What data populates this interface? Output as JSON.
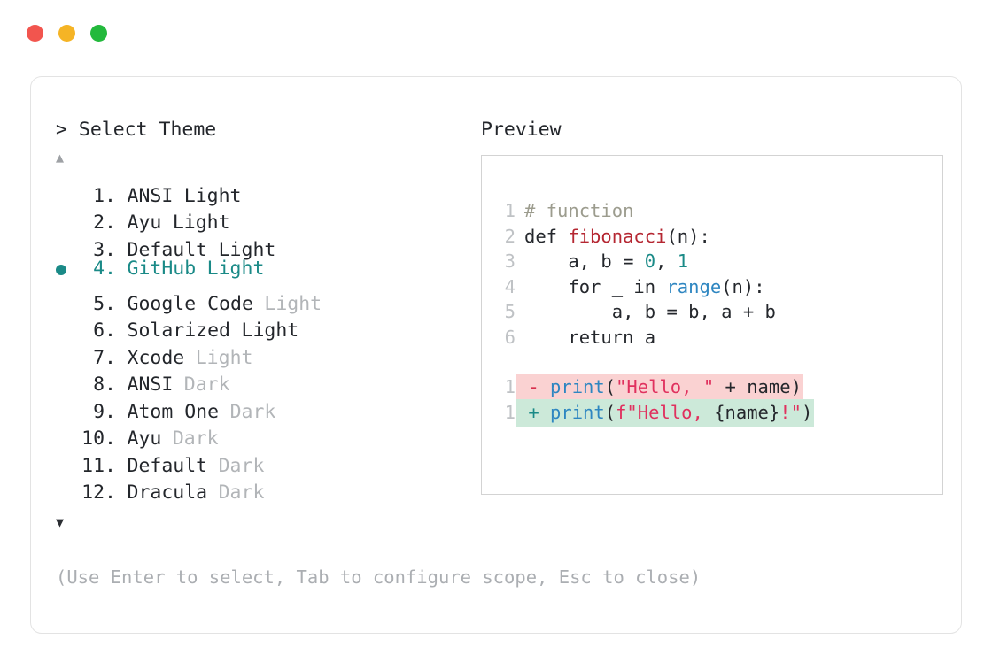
{
  "window": {
    "traffic_lights": [
      {
        "name": "close-button",
        "color": "#F2554E"
      },
      {
        "name": "minimize-button",
        "color": "#F5B425"
      },
      {
        "name": "zoom-button",
        "color": "#23B93C"
      }
    ]
  },
  "left": {
    "prompt": "> Select Theme",
    "scroll_up_icon": "▲",
    "scroll_down_icon": "▼",
    "selected_index": 4,
    "items": [
      {
        "index": "1.",
        "name": "ANSI",
        "variant": "Light",
        "variant_dim": false,
        "selected": false,
        "bullet": ""
      },
      {
        "index": "2.",
        "name": "Ayu",
        "variant": "Light",
        "variant_dim": false,
        "selected": false,
        "bullet": ""
      },
      {
        "index": "3.",
        "name": "Default",
        "variant": "Light",
        "variant_dim": false,
        "selected": false,
        "bullet": ""
      },
      {
        "index": "4.",
        "name": "GitHub",
        "variant": "Light",
        "variant_dim": false,
        "selected": true,
        "bullet": "●"
      },
      {
        "index": "5.",
        "name": "Google Code",
        "variant": "Light",
        "variant_dim": true,
        "selected": false,
        "bullet": ""
      },
      {
        "index": "6.",
        "name": "Solarized",
        "variant": "Light",
        "variant_dim": false,
        "selected": false,
        "bullet": ""
      },
      {
        "index": "7.",
        "name": "Xcode",
        "variant": "Light",
        "variant_dim": true,
        "selected": false,
        "bullet": ""
      },
      {
        "index": "8.",
        "name": "ANSI",
        "variant": "Dark",
        "variant_dim": true,
        "selected": false,
        "bullet": ""
      },
      {
        "index": "9.",
        "name": "Atom One",
        "variant": "Dark",
        "variant_dim": true,
        "selected": false,
        "bullet": ""
      },
      {
        "index": "10.",
        "name": "Ayu",
        "variant": "Dark",
        "variant_dim": true,
        "selected": false,
        "bullet": ""
      },
      {
        "index": "11.",
        "name": "Default",
        "variant": "Dark",
        "variant_dim": true,
        "selected": false,
        "bullet": ""
      },
      {
        "index": "12.",
        "name": "Dracula",
        "variant": "Dark",
        "variant_dim": true,
        "selected": false,
        "bullet": ""
      }
    ],
    "hint": "(Use Enter to select, Tab to configure scope, Esc to close)"
  },
  "right": {
    "title": "Preview",
    "code_lines": [
      {
        "num": "1",
        "tokens": [
          {
            "t": "# function",
            "c": "comment"
          }
        ]
      },
      {
        "num": "2",
        "tokens": [
          {
            "t": "def ",
            "c": "kw"
          },
          {
            "t": "fibonacci",
            "c": "fn"
          },
          {
            "t": "(n):",
            "c": "plain"
          }
        ]
      },
      {
        "num": "3",
        "tokens": [
          {
            "t": "    a, b = ",
            "c": "plain"
          },
          {
            "t": "0",
            "c": "num"
          },
          {
            "t": ", ",
            "c": "plain"
          },
          {
            "t": "1",
            "c": "num"
          }
        ]
      },
      {
        "num": "4",
        "tokens": [
          {
            "t": "    for _ in ",
            "c": "plain"
          },
          {
            "t": "range",
            "c": "builtin"
          },
          {
            "t": "(n):",
            "c": "plain"
          }
        ]
      },
      {
        "num": "5",
        "tokens": [
          {
            "t": "        a, b = b, a + b",
            "c": "plain"
          }
        ]
      },
      {
        "num": "6",
        "tokens": [
          {
            "t": "    return a",
            "c": "plain"
          }
        ]
      }
    ],
    "diff_lines": [
      {
        "num": "1",
        "kind": "deleted",
        "sign": "-",
        "tokens": [
          {
            "t": "print",
            "c": "builtin"
          },
          {
            "t": "(",
            "c": "plain"
          },
          {
            "t": "\"Hello, \"",
            "c": "str"
          },
          {
            "t": " + name)",
            "c": "plain"
          }
        ]
      },
      {
        "num": "1",
        "kind": "added",
        "sign": "+",
        "tokens": [
          {
            "t": "print",
            "c": "builtin"
          },
          {
            "t": "(",
            "c": "plain"
          },
          {
            "t": "f\"Hello, ",
            "c": "str"
          },
          {
            "t": "{name}",
            "c": "plain"
          },
          {
            "t": "!\"",
            "c": "str"
          },
          {
            "t": ")",
            "c": "plain"
          }
        ]
      }
    ]
  },
  "colors": {
    "accent_teal": "#1A8A87",
    "diff_del_bg": "#FAD2D2",
    "diff_add_bg": "#CCE9D9",
    "comment": "#9C9C8E",
    "function": "#B52732",
    "builtin": "#2E86C1",
    "string": "#E0315E",
    "dim_text": "#B2B5B8",
    "card_border": "#E3E3E3"
  }
}
